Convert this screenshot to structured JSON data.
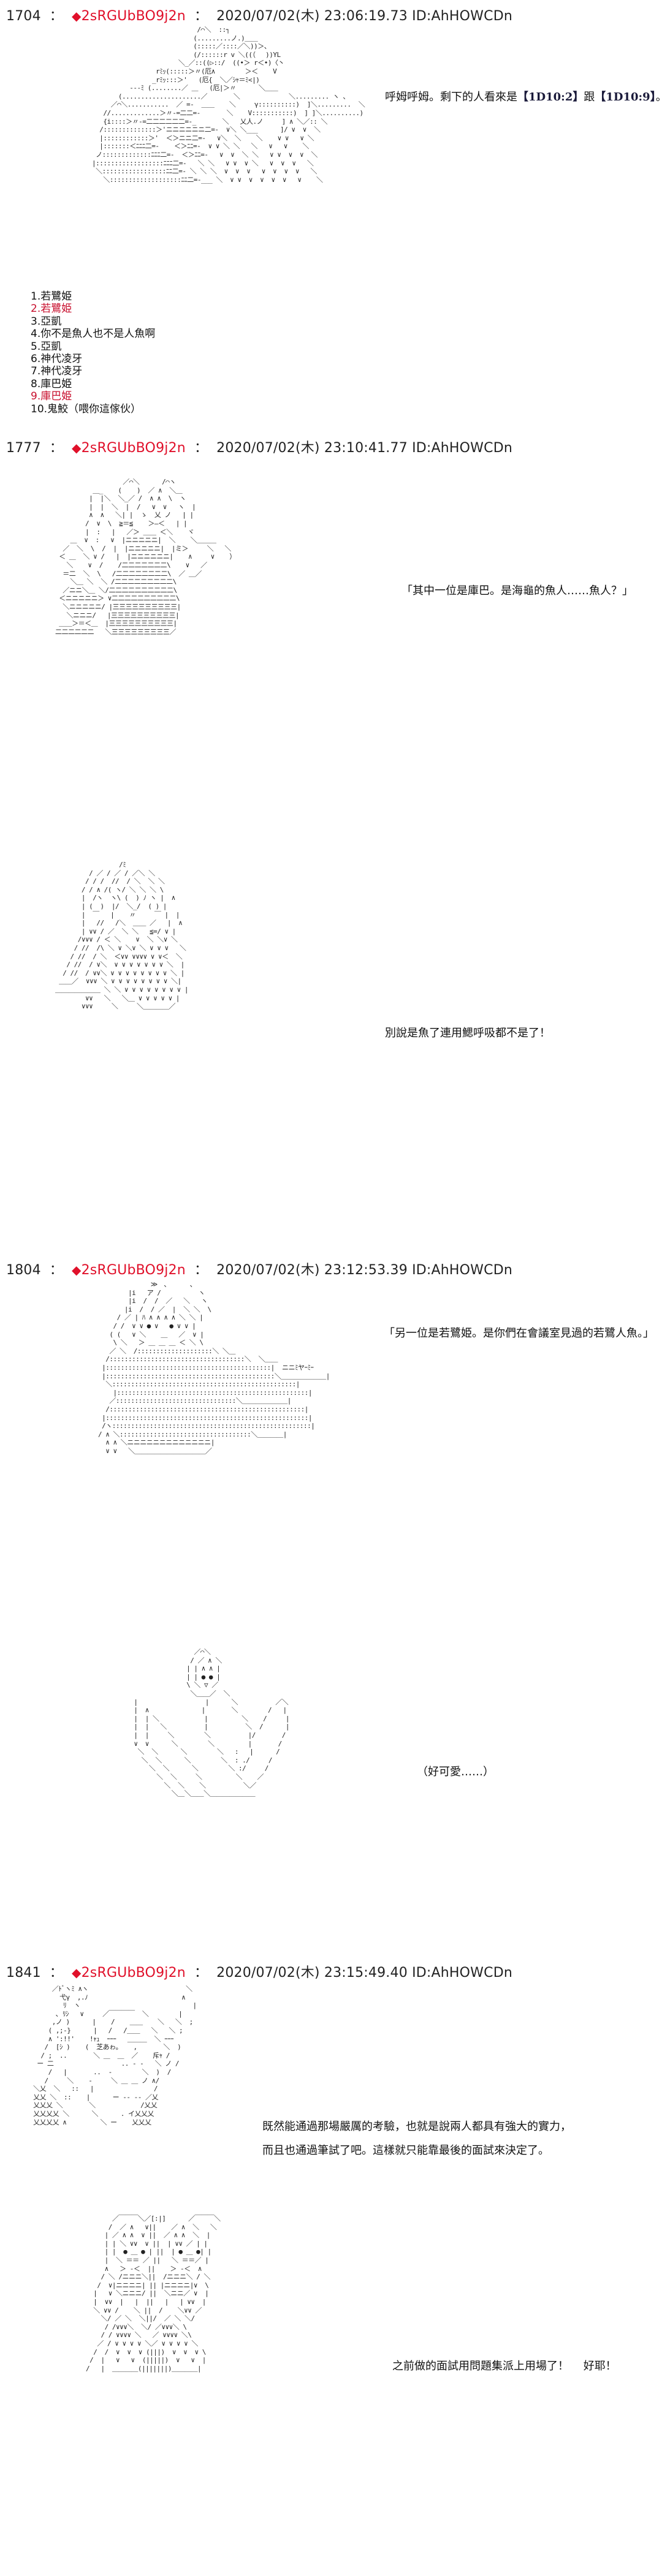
{
  "posts": [
    {
      "number": "1704",
      "separator": "：",
      "trip_icon": "red-diamond",
      "trip": "2sRGUbBO9j2n",
      "meta": "2020/07/02(木) 23:06:19.73 ID:AhHOWCDn",
      "dialogue": [
        {
          "pre": "呼姆呼姆。剩下的人看來是",
          "id1": "【1D10:2】",
          "mid": "跟",
          "id2": "【1D10:9】",
          "post": "。"
        }
      ],
      "list": [
        {
          "label": "1.若鷺姫",
          "highlight": false
        },
        {
          "label": "2.若鷺姫",
          "highlight": true
        },
        {
          "label": "3.亞凱",
          "highlight": false
        },
        {
          "label": "4.你不是魚人也不是人魚啊",
          "highlight": false
        },
        {
          "label": "5.亞凱",
          "highlight": false
        },
        {
          "label": "6.神代凌牙",
          "highlight": false
        },
        {
          "label": "7.神代凌牙",
          "highlight": false
        },
        {
          "label": "8.庫巴姫",
          "highlight": false
        },
        {
          "label": "9.庫巴姫",
          "highlight": true
        },
        {
          "label": "10.鬼鮫（喂你這傢伙）",
          "highlight": false
        }
      ]
    },
    {
      "number": "1777",
      "separator": "：",
      "trip_icon": "red-diamond",
      "trip": "2sRGUbBO9j2n",
      "meta": "2020/07/02(木) 23:10:41.77 ID:AhHOWCDn",
      "dialogue": [
        "「其中一位是庫巴。是海龜的魚人……魚人？」",
        "別說是魚了連用鰓呼吸都不是了！"
      ]
    },
    {
      "number": "1804",
      "separator": "：",
      "trip_icon": "red-diamond",
      "trip": "2sRGUbBO9j2n",
      "meta": "2020/07/02(木) 23:12:53.39 ID:AhHOWCDn",
      "dialogue": [
        "「另一位是若鷺姫。是你們在會議室見過的若鷺人魚。」",
        "（好可愛……）"
      ]
    },
    {
      "number": "1841",
      "separator": "：",
      "trip_icon": "red-diamond",
      "trip": "2sRGUbBO9j2n",
      "meta": "2020/07/02(木) 23:15:49.40 ID:AhHOWCDn",
      "dialogue": [
        "既然能通過那場嚴厲的考驗，也就是說兩人都具有強大的實力，",
        "而且也通過筆試了吧。這樣就只能靠最後的面試來決定了。",
        "之前做的面試用問題集派上用場了！　 好耶！"
      ]
    }
  ],
  "art": {
    "a1": "                            /⌒＼  ::┐\n                           (.........ノ.)＿＿\n                           (:::::／::::／＼))＞、\n                           (/::::::r v ＼((（　 ))YL\n                       ＼_／::((▷::/  ((•＞ r＜•)〈丶\n                 rﾐｯ(:::::＞〃(厄∧        ＞＜    V\n                _rﾐｯ:::＞'   (厄{  ＼／ｼｬ＝ﾐ<|)\n          ‐‐‐ﾐ (........／ ＿   (厄|＞〃      ＼＿＿\n       (.....................／       ＼             ＼......... ヽ 、\n     ／⌒＼...........  ／ =-  ＿＿    ＼     γ::::::::::)  ]＼.........  ＼\n   //.............＞〃-=二二=-       ＼    V:::::::::::)  ] ]＼..........)\n   {i::::＞〃-=二二二二二二=-_       ＼   乂人.ノ     ] ∧ ＼／:: ＼\n  /::::::::::::::＞'ニニニニニニ二=-  ∨＼ ＼___      ]/ ∨  ∨  ＼\n  |::::::::::::＞'  ＜＞ニニ二=-   ∨＼  ＼    ＼    ∨ ∨   ∨ ＼\n  |:::::::＜ﾆﾆﾆ二=-    ＜＞ﾆﾆ=-  ∨ ∨ ＼ ＼   ＼   ∨   ∨    ＼\n ノ:::::::::::::ﾆﾆﾆ二=-  ＜＞ﾆﾆ=-   ∨  ∨  ＼ ＼   ∨ ∨  ∨  ∨  ＼\n|::::::::::::::::::ﾆﾆﾆ二=-   ＼ ＼   ∨ ∨  ∨ ＼   ∨  ∨  ∨   ＼\n ＼:::::::::::::::::ﾆﾆ二=- ＼ ＼ ＼  ∨  ∨  ∨   ∨  ∨  ∨  ∨   ＼\n   ＼:::::::::::::::::::ﾆﾆ二=-___ ＼  ∨ ∨  ∨  ∨  ∨  ∨   ∨    ＼",
    "a2": "                  ／⌒＼      /⌒ヽ\n          ＿_    (    )  ／ ∧  ＼＿\n         |  |＼  ＼_／ /  ∧ ∧  \\  ヽ\n         |  |  ＼  |  /   ∨  ∨   ヽ  |\n         ∧  ∧   ＼| |  ゝ  乂 ノ   | |\n        /  ∨  \\  ≧＝≦    ＞―＜   | |\n        |  :   |   ／＞ ＿＿ ＜＼    ヾ\n    ＿  ∨  :   ∨  |ニニニニニ|  ＼    ＼＿＿＿\n  ／  ＼  \\  /  |  |ニニニニニ|  |ミ＞     ＼   ＼\n ＜ ＿  ＼ ∨ /   |  |ニニニニニニ|    ∧     ∨    ）\n   ＼    ∨  /    /二二二二二二二\\    ∨   ／ \n  ＝二  ＼  \\   /二二二二二二二二\\  ／ ＿／\n    ＼＿ ＼  ＼ /二二二二二二二二二\\ \n  ／ニニ＼＿ ＼/二二二二二二二二二二\\\n ＜ニニニニニ＞ ∨二二二二二二二二二二\\\n  ＼ニニニニニ/ |三三三三三三三三三三|\n   ＼ニニニ/   |三三三三三三三三三三|\n ＿＿＞＝＜＿  |三三三三三三三三三三|\n二二二二二二   ＼三三三三三三三三三／",
    "a3": "                 /ﾐ\n         / ／ / ／ / ／＼ ＼\n        / / /  //  / ＼  ＼ ＼\n       / / ∧ /( ヽ/ ＼ ＼ ＼ \\\n       |  /ヽ  ヽ\\ (  ) ﾉ ヽ |  ∧\n       | (  )  |/  ＼_/  ( ) |\n       |  ￣   |    〃     ￣ |  |\n       |   //   /＼  ＿＿ ／   |  ∧\n       | ∨∨ / ／  ＼ ＼   ≦=/ ∨ |\n      /∨∨∨ / ＜ ＼    ∨  ＼ ＼∨ ＼\n     / //  /\\ ＼ ∨ ＼∨ ＼ ∨ ∨ ∨   ＼\n    / //  / ＼  ＜∨∨ ∨∨∨∨ ∨ ∨＜  ＼\n   / //  / ∨＼  ∨ ∨ ∨ ∨ ∨ ∨ ∨ ＼  |\n  / //  / ∨∨＼ ∨ ∨ ∨ ∨ ∨ ∨ ∨ ∨ ＼ |\n ＿＿／  ∨∨∨ ＼ ∨ ∨ ∨ ∨ ∨ ∨ ∨ ∨ ＼|\n＿＿＿＿＿＿＿ ＼ ＼ ∨ ∨ ∨ ∨ ∨ ∨ ∨ ∨ |\n        ∨∨   ＼   ＼＿ ∨ ∨ ∨ ∨ ∨ |\n       ∨∨∨     ＼     ＼＿＿＿＿／",
    "a4": "              ≫　、　　　 ､\n        |i   ア /          ヽ\n        |i  /  /  ／   ＼   ヽ\n       |i  /  / ／  |  ＼ ＼  \\\n     / ／ | ﾊ ∧ ∧ ∧ ∧ ＼ ＼ |\n    / /  ∨ ∨ ● ∨   ● ∨ ∨ |\n   ( (   ∨ ＼    ＿   ／  ∨ |\n    \\ ＼   ＞ ＿ ＿ ＿ ＜ ＼ \\\n   ／ ＼  /::::::::::::::::::::＼ ＼＿\n  /::::::::::::::::::::::::::::::::::::＼  ＼＿＿\n |::::::::::::::::::::::::::::::::::::::::::::|  ニニﾐヤｰﾐｰ\n |:::::::::::::::::::::::::::::::::::::::::::::＼＿＿＿＿＿＿＿|\n  ＼:::::::::::::::::::::::::::::::::::::::::::::::::|\n    |:::::::::::::::::::::::::::::::::::::::::::::::::::|\n   ／::::::::::::::::::::::::::::::::＼＿＿＿＿＿＿＿|\n  /::::::::::::::::::::::::::::::::::::::::::::::::::::|\n |::::::::::::::::::::::::::::::::::::::::::::::::::::::|\n /ヽ:::::::::::::::::::::::::::::::::::::::::::::::::::::|\n/ ∧ ＼:::::::::::::::::::::::::::::::::::＼＿＿＿＿|\n  ∧ ∧ ＼ニニニニニニニニニニニニニ|\n  ∨ ∨   ＼＿＿＿＿＿＿＿＿＿＿＿／",
    "a5": "                   ／⌒＼\n                  / ／ ∧ ＼\n                 | | ∧ ∧ |\n                 | | ● ● |\n                 \\ ＼ ▽ ／\n                  ＼＿＿／  ＼\n   |                  |      ＼          ／＼\n   |  ∧              |       ＼        /   |\n   |  | ＼            |         ＼    /     |\n   |  |   ＼          |          ＼  /      |\n   |  |     ＼        ＼          |/       /\n   ∨  ∨      ＼        ＼         |       /\n    ＼  ＼      ＼        ＼   :   |      /\n     ＼  ＼      ＼        ＼  : ./     /\n       ＼  ＼      ＼        ＼ :/     /\n         ＼  ＼     ＼         ＼    ／\n           ＼  ＼    ＼          ＼／\n             ＼＿＼＿＿＼＿＿＿＿＿＿＿",
    "a6": "      ／ﾄﾞヽﾐ ∧ヽ                          ＼\n        弋γ  ,.ﾉ                         ∧\n         ﾘ  ヽ                              |\n       ､ ﾘｼ   ∨     ／￣￣￣￣  ＼        |\n      ,ノ )      |    /    ＿＿    ＼   ＼  ;\n     ( ,;-}      |   /   /＿＿   ＼   ＼ ;\n     ∧ ':!!'    !ｬｭ  ｰｰｰ   ＿＿＿  ＼ ｰｰｰ\n    /  [ｼ )    (  芝あゎ。   ,       ＼  )\n   / ;  ..       ＼ ＿  ＿  ／    斥ｬ /\n  ー 二                  .. ‐ ‐   ＼ ノ /\n     /   |       ..  ‐        ＼  )  /\n    /     ＼    ‐     ＼ ＿ ＿ ノ ∧/\n ＼乂  ＼   ::   |                /\n 乂乂 ＼  ::    |      ー ‐‐ ‐‐ ／乂\n 乂乂乂 ＼       ＼            /乂乂\n 乂乂乂乂 ＼      ＼      . イ乂乂乂\n 乂乂乂乂 ∧         ＼ ー    乂乂乂",
    "a7": "       ／￣￣￣＼／[:|]      ／￣￣￣＼\n      /  ／ ∧   ∨||    ／ ∧  ＼   ＼\n     | ／ ∧ ∧  ∨ ||  ／ ∧ ∧  ＼  |\n     | | ＼ ∨∨  ∨ ||  | ∨∨ ／ | |\n     | |  ● ＿ ● | ||  | ● ＿ ●| |\n     |  ＼ ＝＝ ／ ||   ＼ ＝＝／ |\n     ∧   ＞ ‐＜  ||    ＞ ‐＜  ∧\n    / ＼ /ニニニ＼||  /ニニニ＼ / ＼\n   /  ∨|ニニニニ| || |ニニニニ|∨  \\\n  |   ∨ ＼ニニニ/ ||  ＼ニニ／ ∨  |\n  |  ∨∨  |   |  ||   |   | ∨∨  |\n  ＼ ∨∨ /    ＼ ||  /    ＼∨∨ ／\n    ＼/ ／ ＼  ＼||/  ／ ＼ ＼/\n     / /∨∨∨＼  ＼/ ／∨∨∨＼ \\\n    / / ∨∨∨∨ ＼   ／ ∨∨∨∨ ＼\\\n   ／ / ∨ ∨ ∨ ∨ ＼／ ∨ ∨ ∨ ∨ ＼\n  /  /  ∨  ∨  ∨ (|||)  ∨  ∨  ∨ \\\n /  |   ∨   ∨  (|||||)  ∨   ∨  |\n/   |  ＿＿＿＿(|||||||)＿＿＿＿|"
  }
}
